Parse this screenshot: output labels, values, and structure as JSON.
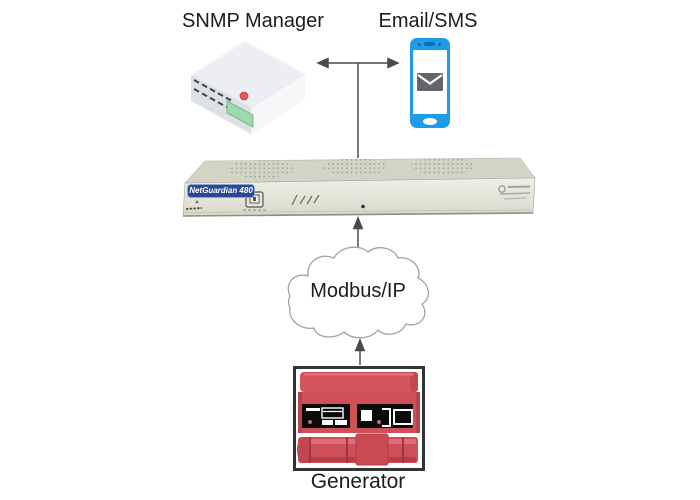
{
  "titles": {
    "snmp_manager": "SNMP Manager",
    "email_sms": "Email/SMS"
  },
  "device": {
    "badge": "NetGuardian 480"
  },
  "cloud": {
    "label": "Modbus/IP"
  },
  "generator": {
    "label": "Generator"
  },
  "icons": {
    "snmp_server": "isometric-server-box-icon",
    "email_phone": "smartphone-icon",
    "envelope": "mail-envelope-icon",
    "cloud": "network-cloud-shape",
    "generator": "portable-generator-image",
    "usb_port": "usb-port-icon",
    "vents": "vent-grille-dots"
  },
  "colors": {
    "phone_blue": "#1e9ce8",
    "envelope_gray": "#63676b",
    "device_body_beige": "#e6e6da",
    "device_top_beige": "#d3d4c6",
    "badge_blue": "#2b4894",
    "generator_red": "#d0505a",
    "panel_black": "#0b0b0b",
    "led_red": "#e25757",
    "display_green": "#9fd8ab",
    "connector_gray": "#4a4a4a",
    "cloud_outline": "#9aa69c"
  }
}
